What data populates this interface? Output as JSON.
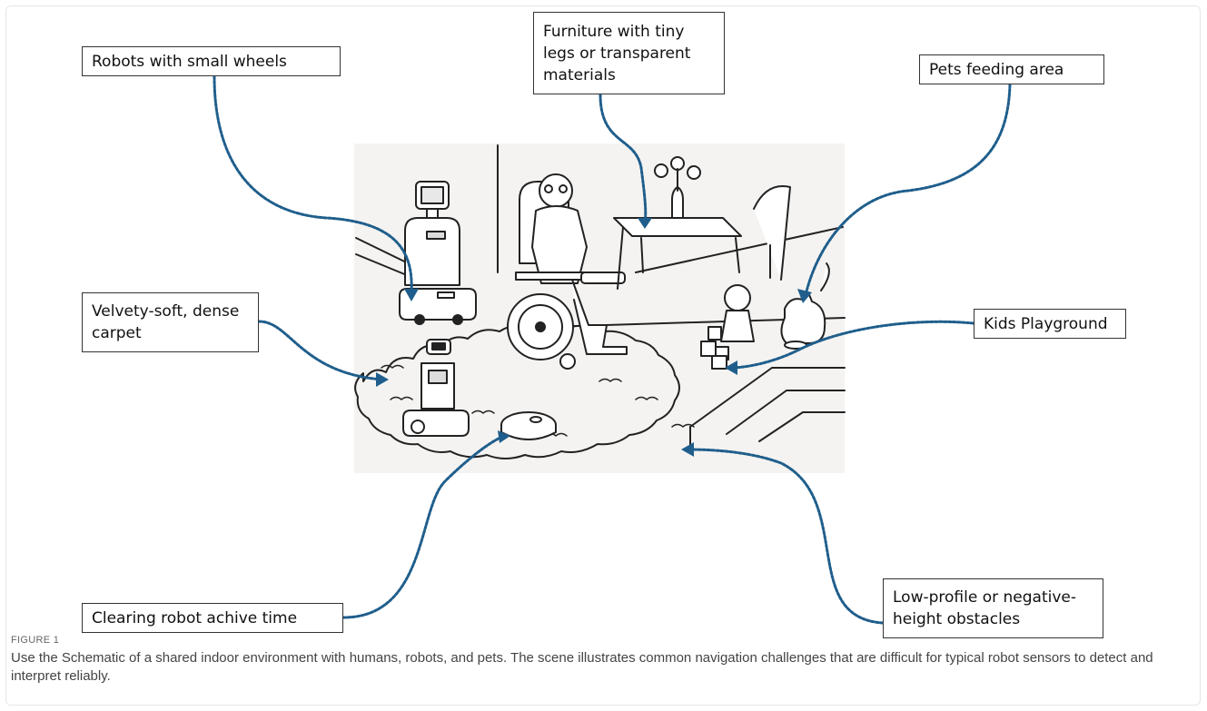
{
  "labels": {
    "robots_small_wheels": "Robots with small wheels",
    "furniture": "Furniture with tiny legs or transparent materials",
    "pets_feeding": "Pets feeding area",
    "velvety_carpet": "Velvety-soft, dense carpet",
    "kids_playground": "Kids Playground",
    "clearing_robot": "Clearing robot achive time",
    "low_profile": "Low-profile or negative-height obstacles"
  },
  "caption": {
    "figure_label": "FIGURE 1",
    "text": "Use the Schematic of a shared indoor environment with humans, robots, and pets. The scene illustrates common navigation challenges that are difficult for typical robot sensors to detect and interpret reliably."
  },
  "colors": {
    "callout_line": "#1f5e8c",
    "scene_bg": "#f4f3f1",
    "ink": "#222222"
  }
}
